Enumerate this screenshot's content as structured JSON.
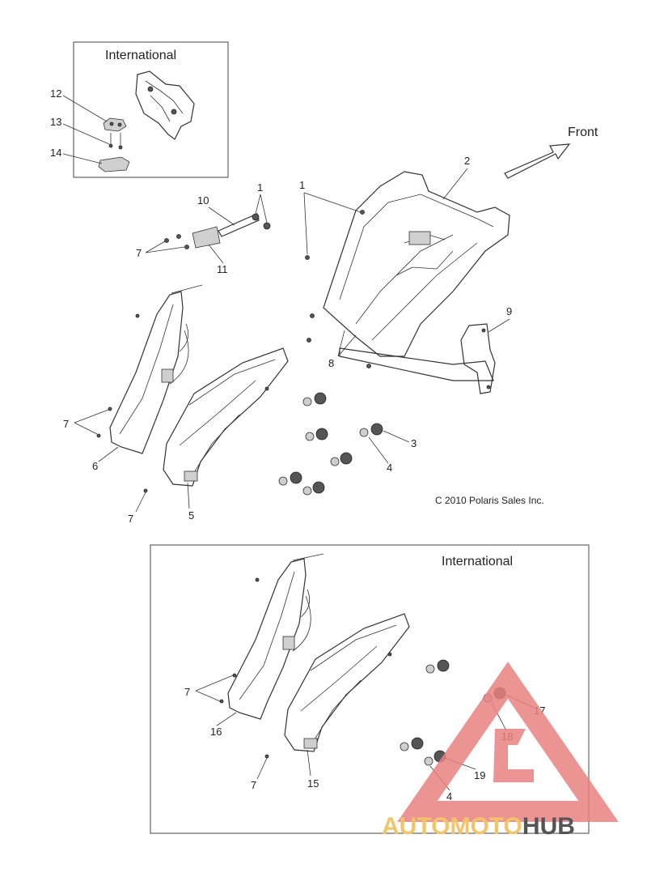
{
  "insets": {
    "top_title": "International",
    "bottom_title": "International"
  },
  "direction_label": "Front",
  "copyright": "C 2010 Polaris Sales Inc.",
  "callouts": {
    "c12": "12",
    "c13": "13",
    "c14": "14",
    "c10": "10",
    "c1a": "1",
    "c1b": "1",
    "c2": "2",
    "c11": "11",
    "c7a": "7",
    "c7b": "7",
    "c7c": "7",
    "c7d": "7",
    "c7e": "7",
    "c9": "9",
    "c8": "8",
    "c6": "6",
    "c5": "5",
    "c3": "3",
    "c4a": "4",
    "c16": "16",
    "c15": "15",
    "c17": "17",
    "c18": "18",
    "c19": "19",
    "c4b": "4"
  },
  "watermark": {
    "brand_part1": "AUTOMOTO",
    "brand_part2": "HUB",
    "accent_color": "#e98080",
    "brand_color": "#f2c46a"
  }
}
